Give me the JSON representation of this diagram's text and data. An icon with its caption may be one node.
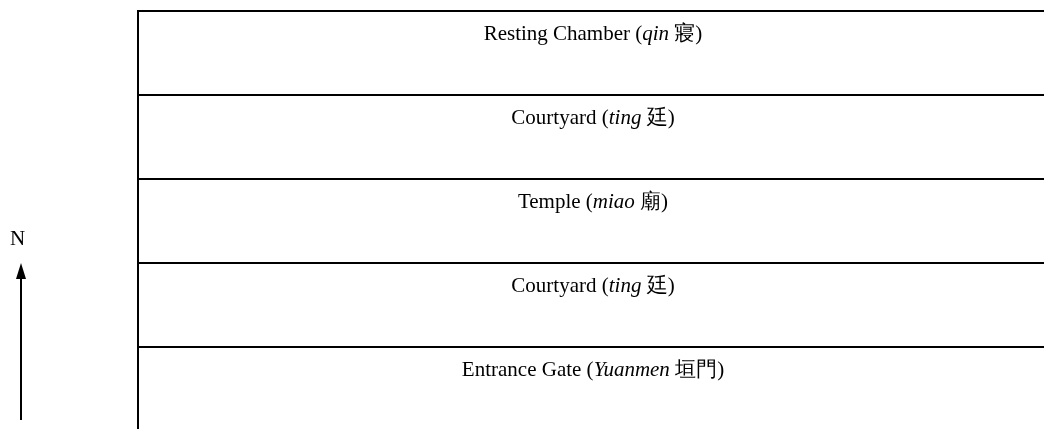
{
  "diagram": {
    "nodes": [
      {
        "text": [
          "Resting Chamber (*qin* 寢)"
        ]
      },
      {
        "text": [
          "Courtyard (*ting* 廷)"
        ]
      },
      {
        "text": [
          "Temple (*miao* 廟)"
        ]
      },
      {
        "text": [
          "Courtyard (*ting* 廷)"
        ]
      },
      {
        "text": [
          "Entrance Gate (*Yuanmen* 垣門)"
        ]
      }
    ],
    "edges": [],
    "labels": [
      "N"
    ]
  }
}
